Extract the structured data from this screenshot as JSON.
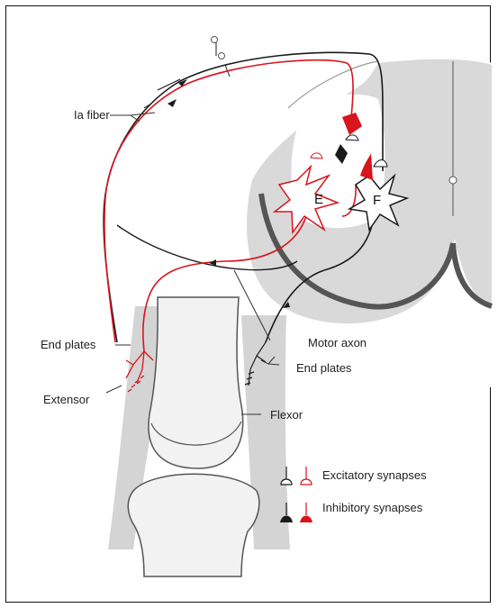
{
  "labels": {
    "ia_fiber": "Ia fiber",
    "end_plates_left": "End plates",
    "extensor": "Extensor",
    "motor_axon": "Motor axon",
    "end_plates_right": "End plates",
    "flexor": "Flexor",
    "neuron_e": "E",
    "neuron_f": "F"
  },
  "legend": {
    "excitatory": "Excitatory synapses",
    "inhibitory": "Inhibitory synapses"
  },
  "colors": {
    "red": "#d8141c",
    "black": "#1a1a1a",
    "gray_matter": "#d9d9d9",
    "muscle": "#d4d4d4",
    "bone": "#f2f2f2"
  }
}
